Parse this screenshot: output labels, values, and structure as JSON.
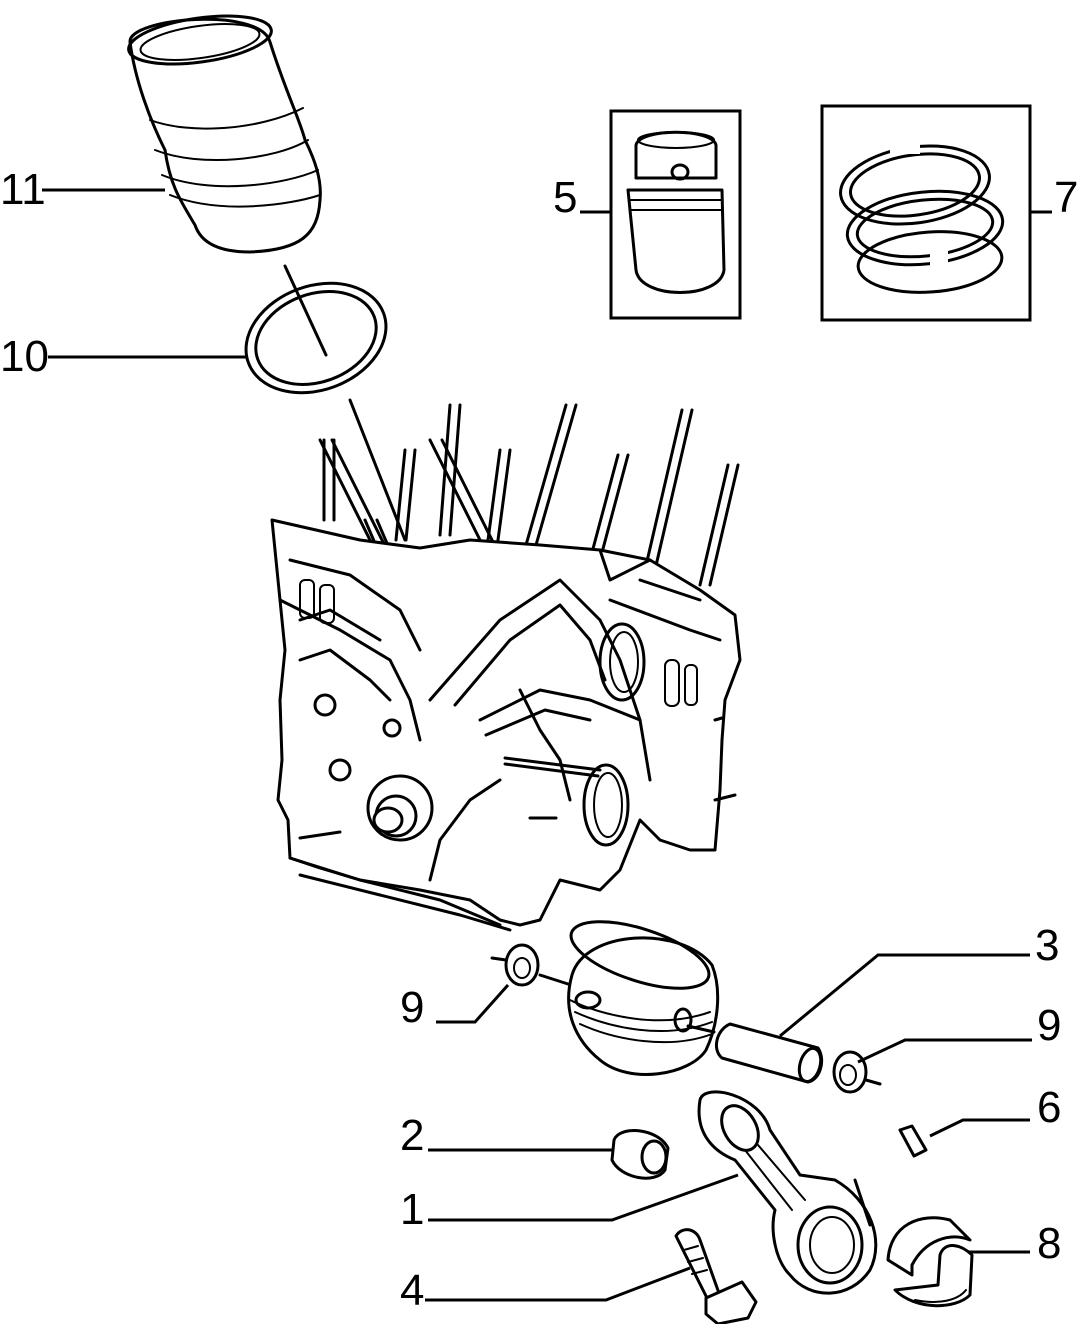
{
  "labels": {
    "l1": "1",
    "l2": "2",
    "l3": "3",
    "l4": "4",
    "l5": "5",
    "l6": "6",
    "l7": "7",
    "l8": "8",
    "l9a": "9",
    "l9b": "9",
    "l10": "10",
    "l11": "11"
  },
  "colors": {
    "ink": "#000000",
    "paper": "#ffffff"
  }
}
